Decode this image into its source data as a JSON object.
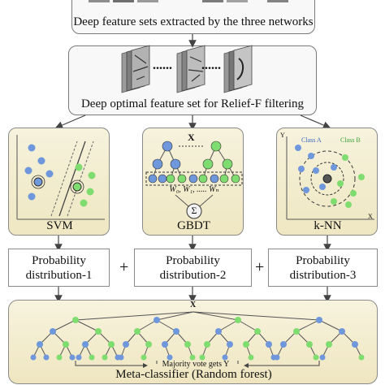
{
  "top_box": {
    "label": "Deep feature sets extracted by the three networks"
  },
  "optimal_box": {
    "label": "Deep optimal feature set for Relief-F filtering",
    "dots": "......"
  },
  "classifiers": [
    {
      "label": "SVM"
    },
    {
      "label": "GBDT",
      "x_label": "X",
      "weights": "W₀, W₁, ..... Wₙ",
      "sum_symbol": "Σ"
    },
    {
      "label": "k-NN",
      "axis_y": "Y",
      "axis_x": "X",
      "class_a": "Class A",
      "class_b": "Class B"
    }
  ],
  "probabilities": [
    {
      "line1": "Probability",
      "line2": "distribution-1"
    },
    {
      "line1": "Probability",
      "line2": "distribution-2"
    },
    {
      "line1": "Probability",
      "line2": "distribution-3"
    }
  ],
  "plus_sign": "+",
  "meta": {
    "x_label": "X",
    "vote_label": "Majority vote gets Y",
    "title": "Meta-classifier (Random forest)"
  },
  "colors": {
    "blue": "#6e97dc",
    "green": "#7fdc6e",
    "panel": "#f2ebcc"
  }
}
